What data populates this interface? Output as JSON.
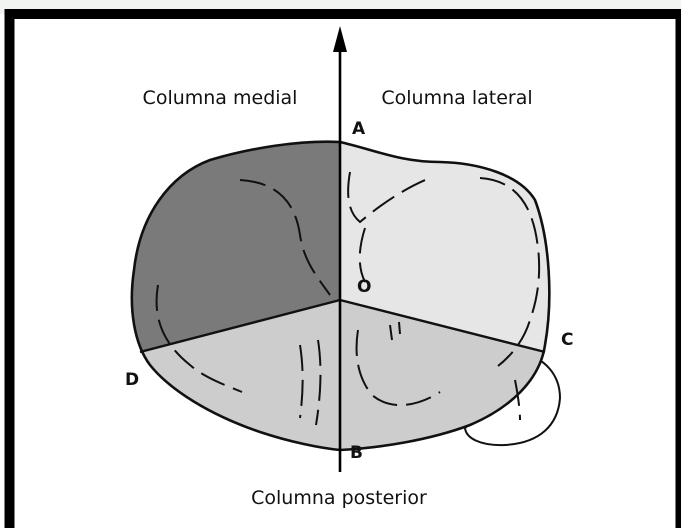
{
  "figure": {
    "labels": {
      "medial": "Columna medial",
      "lateral": "Columna lateral",
      "posterior": "Columna posterior"
    },
    "points": {
      "A": "A",
      "B": "B",
      "C": "C",
      "D": "D",
      "O": "O"
    },
    "colors": {
      "medial_fill": "#7a7a7a",
      "lateral_fill": "#e6e6e6",
      "posterior_fill": "#cdcdcd",
      "outline": "#111111",
      "frame": "#000000"
    }
  }
}
